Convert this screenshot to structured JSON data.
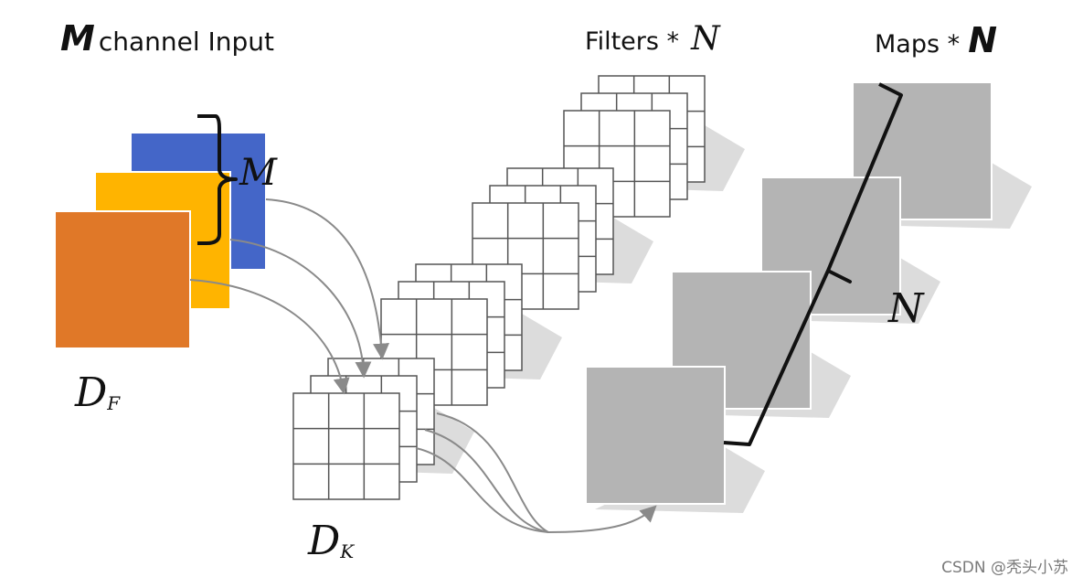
{
  "labels": {
    "input_symbol": "M",
    "input_text": "channel Input",
    "filters_text": "Filters *",
    "filters_symbol": "N",
    "maps_text": "Maps *",
    "maps_symbol": "N",
    "m_brace_label": "M",
    "n_brace_label": "N",
    "df_main": "D",
    "df_sub": "F",
    "dk_main": "D",
    "dk_sub": "K"
  },
  "watermark": "CSDN @秃头小苏",
  "colors": {
    "channel_orange": "#E07828",
    "channel_yellow": "#FFB400",
    "channel_blue": "#4466C8",
    "map_gray": "#B4B4B4",
    "arrow_gray": "#8a8a8a",
    "shadow_gray": "#d6d6d6"
  },
  "counts": {
    "input_channels": 3,
    "filter_groups": 4,
    "filters_per_group_depth": 3,
    "filter_grid_cells": 3,
    "output_maps": 4
  }
}
